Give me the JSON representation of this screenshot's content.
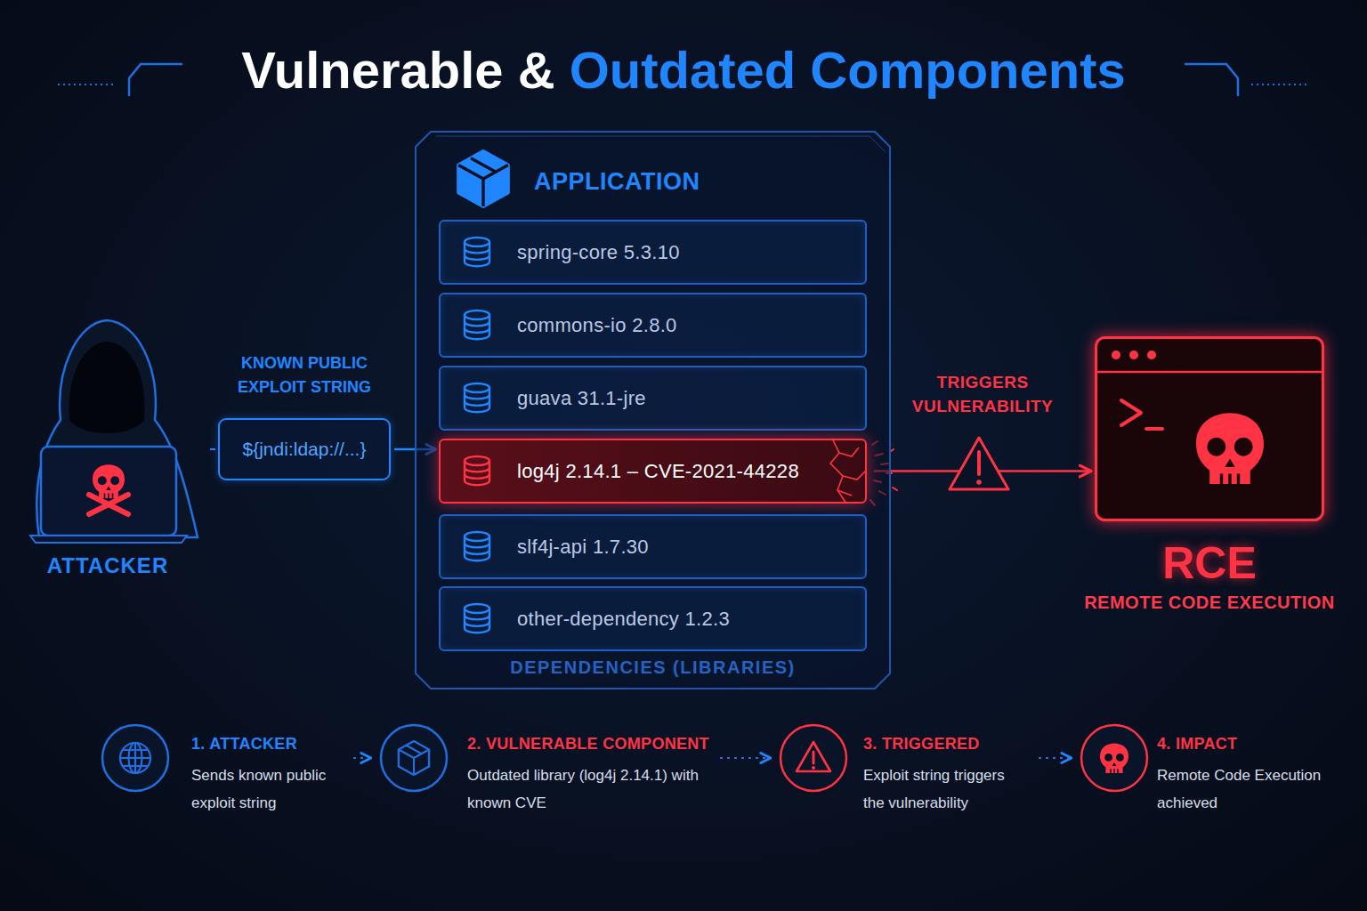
{
  "diagram": {
    "title": "Vulnerable & Outdated Components",
    "nodes": [
      {
        "text": [
          "ATTACKER"
        ]
      },
      {
        "text": [
          "KNOWN PUBLIC EXPLOIT STRING",
          "${jndi:ldap://...}"
        ]
      },
      {
        "text": [
          "APPLICATION",
          "DEPENDENCIES (LIBRARIES)"
        ]
      },
      {
        "text": [
          "spring-core 5.3.10"
        ],
        "in": 2
      },
      {
        "text": [
          "commons-io 2.8.0"
        ],
        "in": 2
      },
      {
        "text": [
          "guava 31.1-jre"
        ],
        "in": 2
      },
      {
        "text": [
          "log4j 2.14.1 – CVE-2021-44228"
        ],
        "in": 2
      },
      {
        "text": [
          "slf4j-api 1.7.30"
        ],
        "in": 2
      },
      {
        "text": [
          "other-dependency 1.2.3"
        ],
        "in": 2
      },
      {
        "text": [
          "RCE",
          "REMOTE CODE EXECUTION"
        ]
      },
      {
        "text": [
          "1. ATTACKER",
          "Sends known public exploit string"
        ]
      },
      {
        "text": [
          "2. VULNERABLE COMPONENT",
          "Outdated library (log4j 2.14.1) with known CVE"
        ]
      },
      {
        "text": [
          "3. TRIGGERED",
          "Exploit string triggers the vulnerability"
        ]
      },
      {
        "text": [
          "4. IMPACT",
          "Remote Code Execution achieved"
        ]
      }
    ],
    "edges": [
      {
        "from": 0,
        "to": 1,
        "arrow": "none"
      },
      {
        "from": 1,
        "to": 6,
        "arrow": "to"
      },
      {
        "from": 6,
        "to": 9,
        "label": "TRIGGERS VULNERABILITY",
        "arrow": "to"
      },
      {
        "from": 10,
        "to": 11,
        "arrow": "to"
      },
      {
        "from": 11,
        "to": 12,
        "arrow": "to"
      },
      {
        "from": 12,
        "to": 13,
        "arrow": "to"
      }
    ]
  }
}
